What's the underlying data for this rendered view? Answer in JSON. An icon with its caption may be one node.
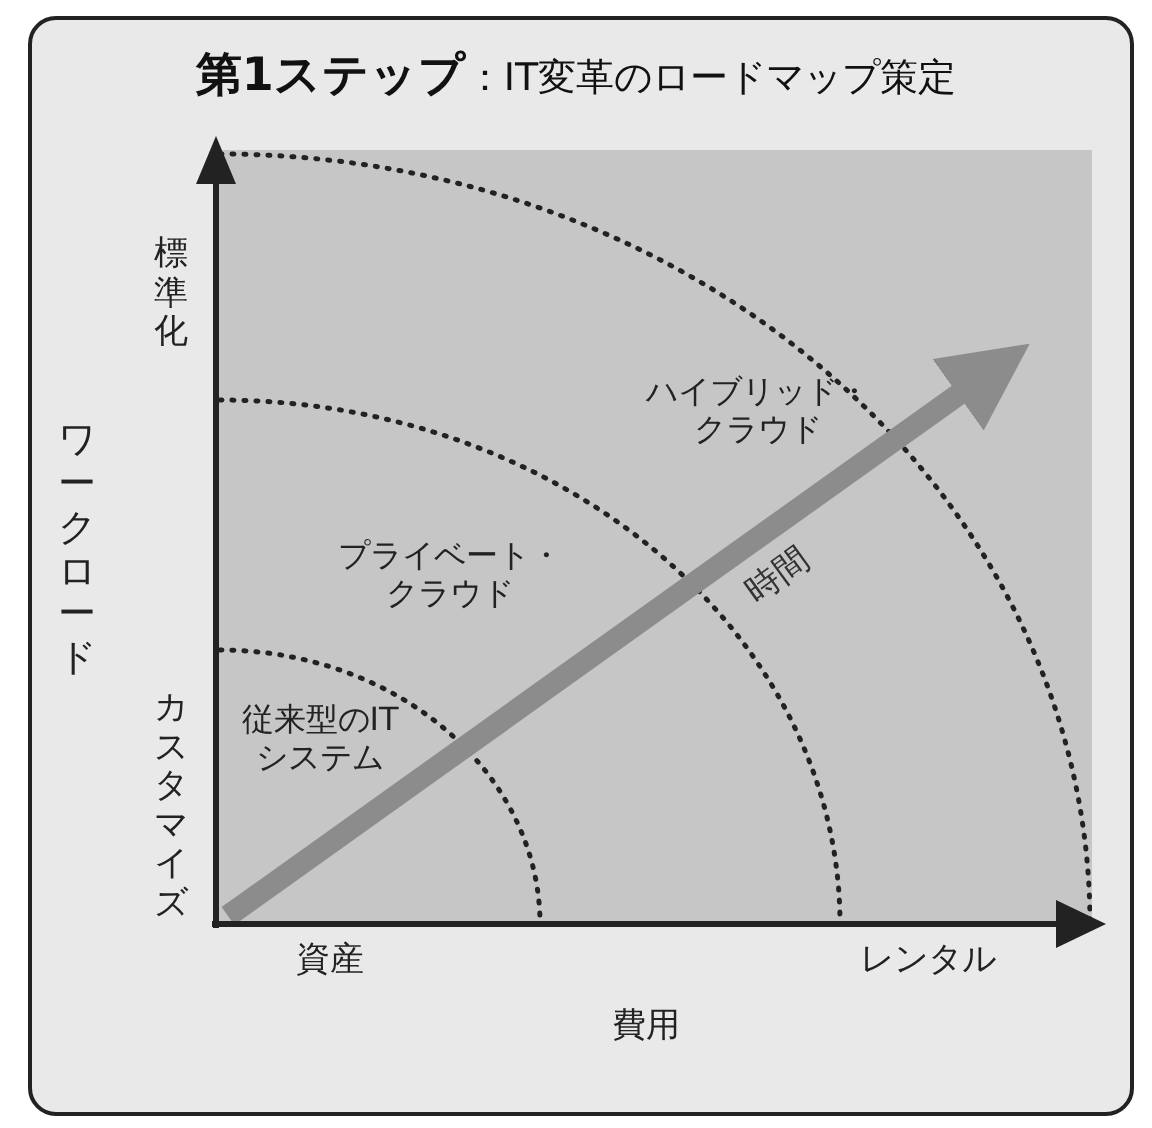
{
  "diagram": {
    "title": "**第1ステップ**：IT変革のロードマップ策定",
    "labels": [
      "標準化",
      "ハイブリッド・クラウド",
      "ワークロード",
      "プライベート・クラウド",
      "時間",
      "従来型のITシステム",
      "カスタマイズ",
      "資産",
      "レンタル",
      "費用"
    ]
  }
}
